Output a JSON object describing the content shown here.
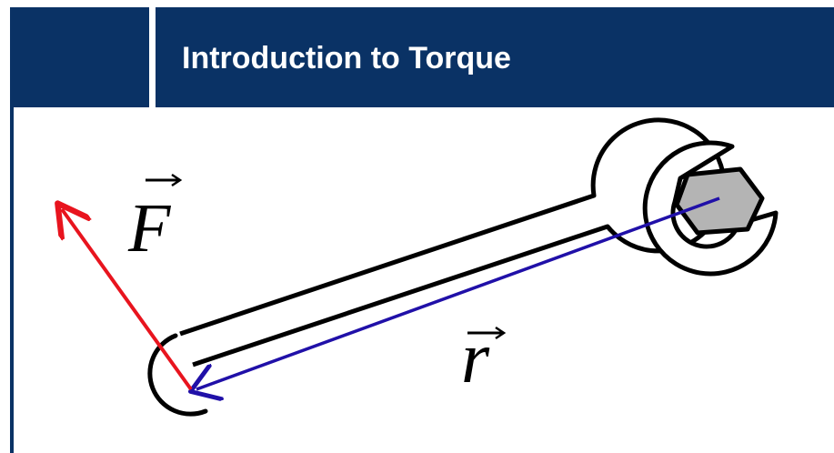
{
  "header": {
    "title": "Introduction to Torque"
  },
  "diagram": {
    "force_label": "F",
    "radius_label": "r"
  },
  "colors": {
    "header_background": "#0a3265",
    "header_text": "#ffffff",
    "force_arrow": "#e8141e",
    "radius_arrow": "#2010a8",
    "nut_fill": "#b4b4b4",
    "wrench_outline": "#000000"
  }
}
